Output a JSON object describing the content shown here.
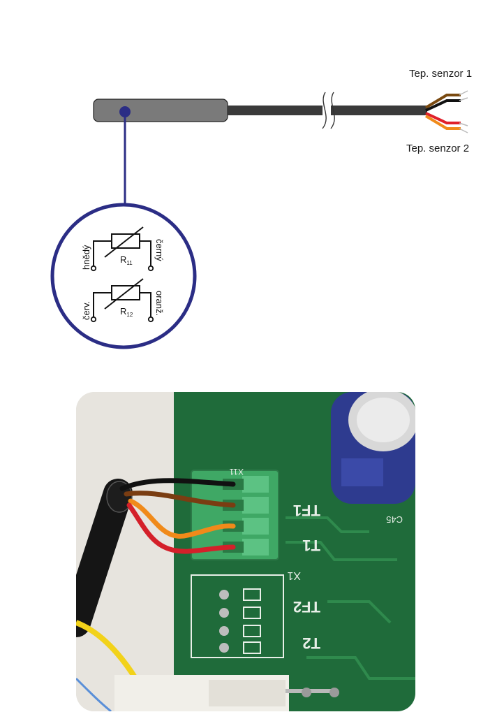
{
  "sensor_labels": {
    "sensor_1": "Tep. senzor 1",
    "sensor_2": "Tep. senzor 2"
  },
  "circuit": {
    "r1_left": "hnědý",
    "r1_right": "černý",
    "r1_name": "R",
    "r1_sub": "11",
    "r2_left": "červ.",
    "r2_right": "oranž.",
    "r2_name": "R",
    "r2_sub": "12"
  },
  "photo": {
    "silk_x11": "X11",
    "silk_tf1": "TF1",
    "silk_t1": "T1",
    "silk_x1": "X1",
    "silk_tf2": "TF2",
    "silk_t2": "T2",
    "silk_c45": "C45"
  },
  "colors": {
    "outline_blue": "#2b2d85",
    "sleeve_gray": "#7a7a7a",
    "cable_dark": "#3a3a3a",
    "wire_brown": "#7a4a10",
    "wire_black": "#111111",
    "wire_red": "#e0202a",
    "wire_orange": "#f08a1a",
    "pcb_green": "#1f6b3a",
    "terminal_green": "#3fa865"
  }
}
